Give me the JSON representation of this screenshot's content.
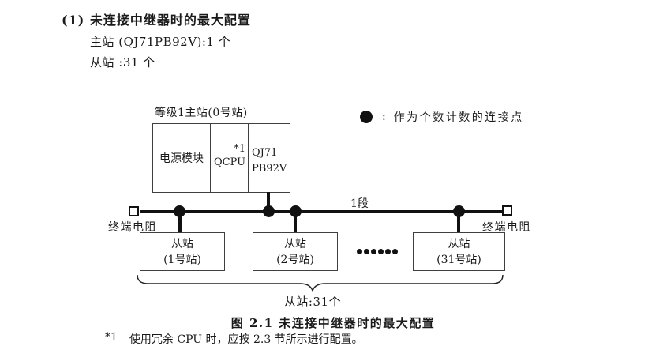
{
  "header": {
    "title": "(1) 未连接中继器时的最大配置",
    "master_spec": "主站 (QJ71PB92V):1 个",
    "slave_spec": "从站 :31 个"
  },
  "legend": {
    "symbol": "connection-point-dot",
    "separator": ":",
    "text": "作为个数计数的连接点"
  },
  "master_station": {
    "label": "等级1主站(0号站)",
    "power_module": "电源模块",
    "cpu": "QCPU",
    "cpu_note": "*1",
    "network_module_line1": "QJ71",
    "network_module_line2": "PB92V"
  },
  "bus": {
    "segment_label": "1段",
    "terminator_left": "终端电阻",
    "terminator_right": "终端电阻"
  },
  "slaves": {
    "s1_line1": "从站",
    "s1_line2": "(1号站)",
    "s2_line1": "从站",
    "s2_line2": "(2号站)",
    "s31_line1": "从站",
    "s31_line2": "(31号站)",
    "count_label": "从站:31个"
  },
  "caption": "图 2.1 未连接中继器时的最大配置",
  "footnote": {
    "marker": "*1",
    "text": "使用冗余 CPU 时，应按 2.3 节所示进行配置。"
  },
  "colors": {
    "ink": "#111111",
    "box_border": "#3f3f3f",
    "background": "#ffffff"
  }
}
